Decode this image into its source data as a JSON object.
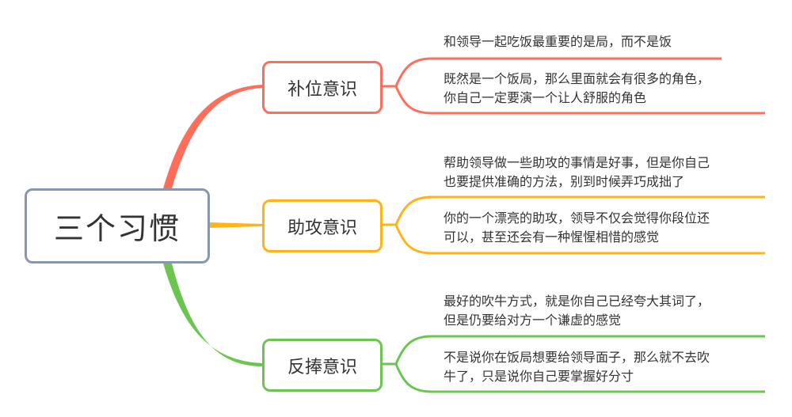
{
  "central_topic": {
    "label": "三个习惯",
    "border_color": "#8a97ab"
  },
  "branches": [
    {
      "label": "补位意识",
      "color": "#ff6e5a",
      "subtopics": [
        {
          "lines": [
            "和领导一起吃饭最重要的是局，而不是饭"
          ]
        },
        {
          "lines": [
            "既然是一个饭局，那么里面就会有很多的角色，",
            "你自己一定要演一个让人舒服的角色"
          ]
        }
      ]
    },
    {
      "label": "助攻意识",
      "color": "#ffb31a",
      "subtopics": [
        {
          "lines": [
            "帮助领导做一些助攻的事情是好事，但是你自己",
            "也要提供准确的方法，别到时候弄巧成拙了"
          ]
        },
        {
          "lines": [
            "你的一个漂亮的助攻，领导不仅会觉得你段位还",
            "可以，甚至还会有一种惺惺相惜的感觉"
          ]
        }
      ]
    },
    {
      "label": "反捧意识",
      "color": "#6cc551",
      "subtopics": [
        {
          "lines": [
            "最好的吹牛方式，就是你自己已经夸大其词了，",
            "但是仍要给对方一个谦虚的感觉"
          ]
        },
        {
          "lines": [
            "不是说你在饭局想要给领导面子，那么就不去吹",
            "牛了，只是说你自己要掌握好分寸"
          ]
        }
      ]
    }
  ]
}
